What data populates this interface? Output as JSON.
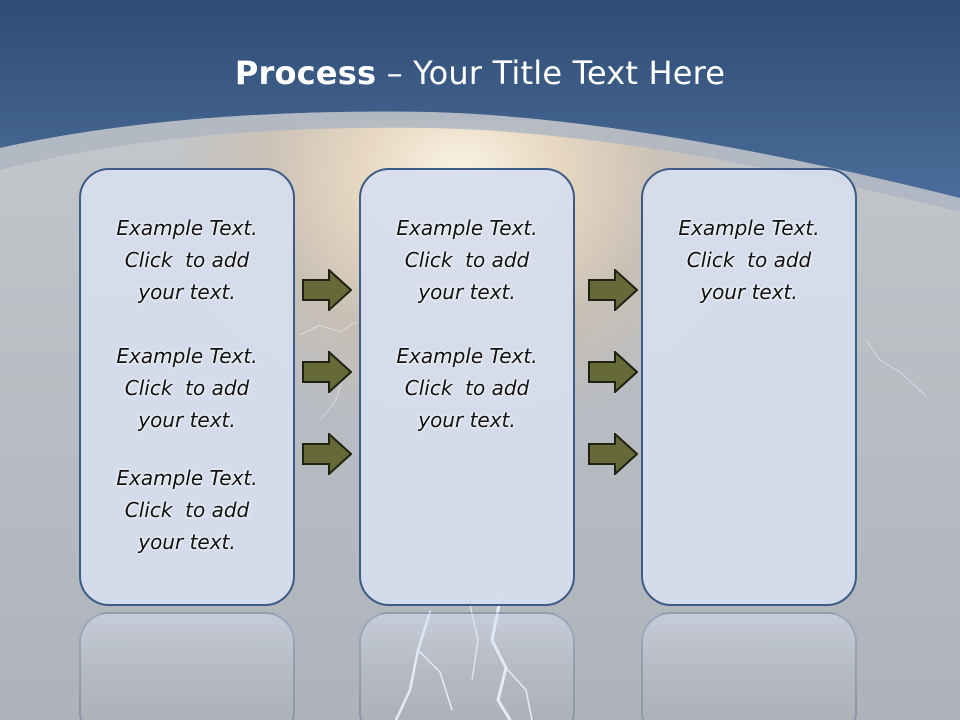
{
  "title": {
    "bold": "Process",
    "rest": " – Your Title Text Here"
  },
  "colors": {
    "header": "#3f618c",
    "box_border": "#3e5c86",
    "box_fill": "#d6deee",
    "arrow": "#656a38"
  },
  "columns": [
    {
      "items": [
        {
          "line1": "Example Text.",
          "line2": "Click  to add",
          "line3": "your text."
        },
        {
          "line1": "Example Text.",
          "line2": "Click  to add",
          "line3": "your text."
        },
        {
          "line1": "Example Text.",
          "line2": "Click  to add",
          "line3": "your text."
        }
      ]
    },
    {
      "items": [
        {
          "line1": "Example Text.",
          "line2": "Click  to add",
          "line3": "your text."
        },
        {
          "line1": "Example Text.",
          "line2": "Click  to add",
          "line3": "your text."
        }
      ]
    },
    {
      "items": [
        {
          "line1": "Example Text.",
          "line2": "Click  to add",
          "line3": "your text."
        }
      ]
    }
  ]
}
